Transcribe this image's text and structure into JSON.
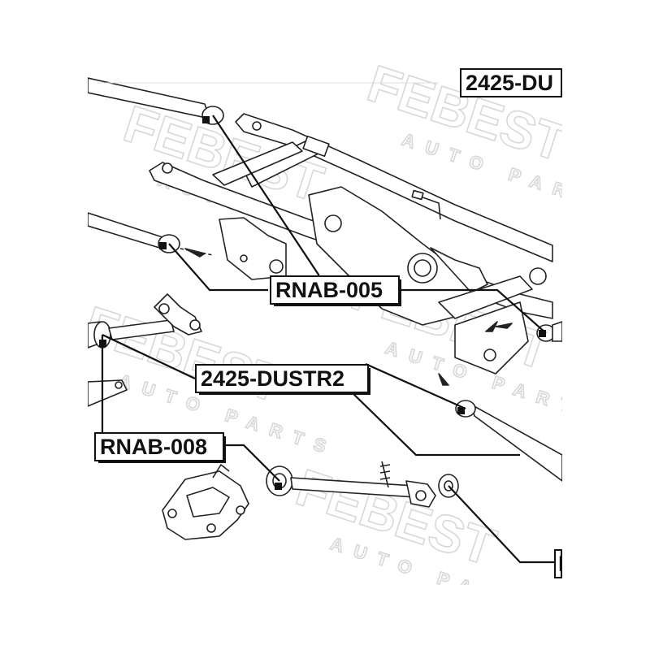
{
  "diagram": {
    "watermark_brand": "FEBEST",
    "watermark_sub": "AUTO PARTS",
    "labels": {
      "top_right": "2425-DU",
      "rnab005": "RNAB-005",
      "dustr2": "2425-DUSTR2",
      "rnab008": "RNAB-008",
      "bottom_right": "D"
    }
  }
}
